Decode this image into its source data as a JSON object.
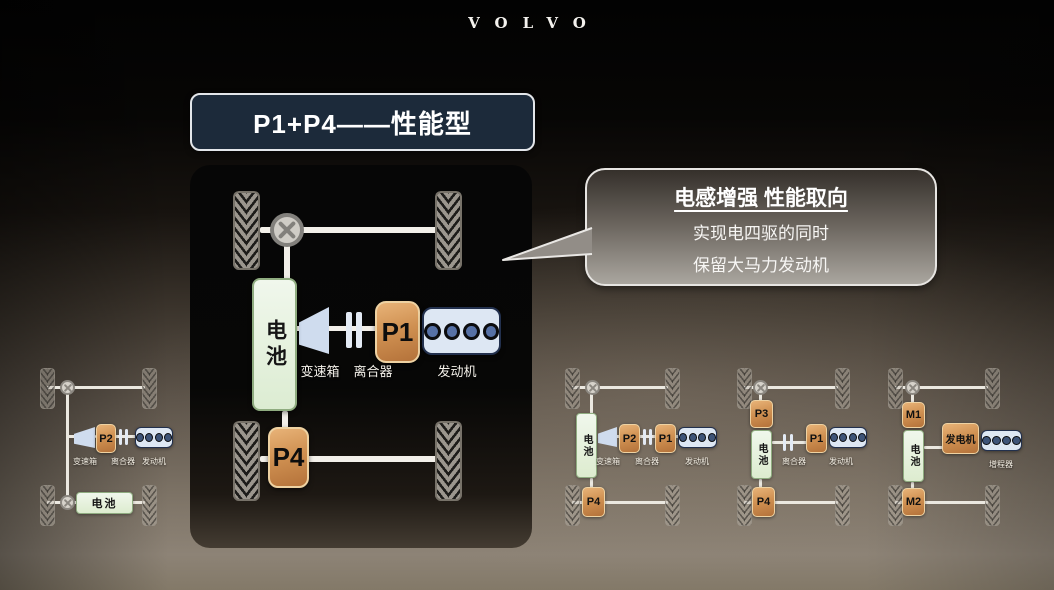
{
  "logo": "VOLVO",
  "title": "P1+P4——性能型",
  "callout": {
    "heading": "电感增强 性能取向",
    "line1": "实现电四驱的同时",
    "line2": "保留大马力发动机"
  },
  "main": {
    "battery": "电池",
    "p1": "P1",
    "p4": "P4",
    "transmission_label": "变速箱",
    "clutch_label": "离合器",
    "engine_label": "发动机"
  },
  "thumbs": {
    "a": {
      "motor": "P2",
      "battery": "电池",
      "transmission_label": "变速箱",
      "clutch_label": "离合器",
      "engine_label": "发动机"
    },
    "b": {
      "battery": "电池",
      "front_motor": "P2",
      "crank_motor": "P1",
      "rear_motor": "P4",
      "transmission_label": "变速箱",
      "clutch_label": "离合器",
      "engine_label": "发动机"
    },
    "c": {
      "p3": "P3",
      "battery": "电池",
      "p1": "P1",
      "p4": "P4",
      "clutch_label": "离合器",
      "engine_label": "发动机"
    },
    "d": {
      "m1": "M1",
      "battery": "电池",
      "generator": "发电机",
      "m2": "M2",
      "range_extender_label": "增程器"
    }
  },
  "colors": {
    "accent_orange": "#cf9051",
    "battery_green": "#e6f2e0",
    "engine_blue": "#dde7f3",
    "title_bg": "#1c2a3a",
    "panel_bg": "#060606"
  }
}
